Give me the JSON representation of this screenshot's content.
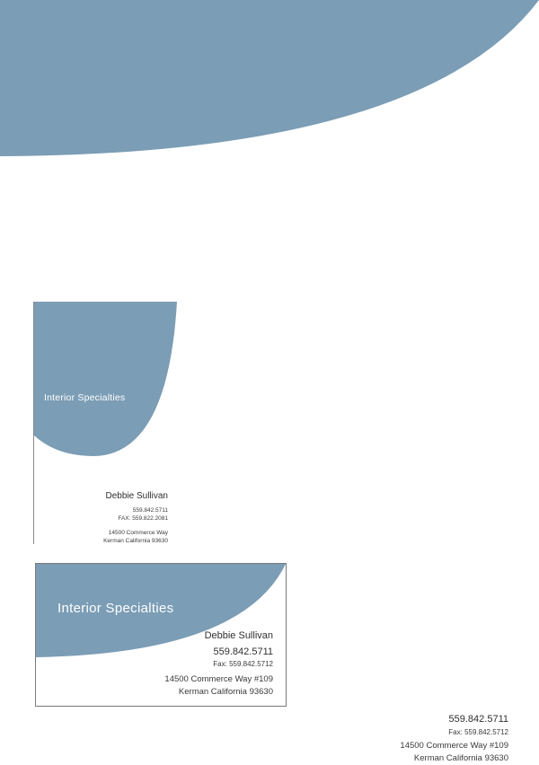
{
  "colors": {
    "accent": "#7b9db5",
    "text": "#3a3a3a",
    "background": "#ffffff"
  },
  "business_card_vertical": {
    "company": "Interior Specialties",
    "name": "Debbie Sullivan",
    "phone": "559.842.5711",
    "fax": "FAX: 559.822.2081",
    "address_line1": "14500 Commerce Way",
    "address_line2": "Kerman California 93630"
  },
  "business_card_horizontal": {
    "company": "Interior Specialties",
    "name": "Debbie Sullivan",
    "phone": "559.842.5711",
    "fax": "Fax: 559.842.5712",
    "address_line1": "14500 Commerce Way #109",
    "address_line2": "Kerman California 93630"
  },
  "letterhead_footer": {
    "phone": "559.842.5711",
    "fax": "Fax: 559.842.5712",
    "address_line1": "14500 Commerce Way #109",
    "address_line2": "Kerman California 93630"
  }
}
